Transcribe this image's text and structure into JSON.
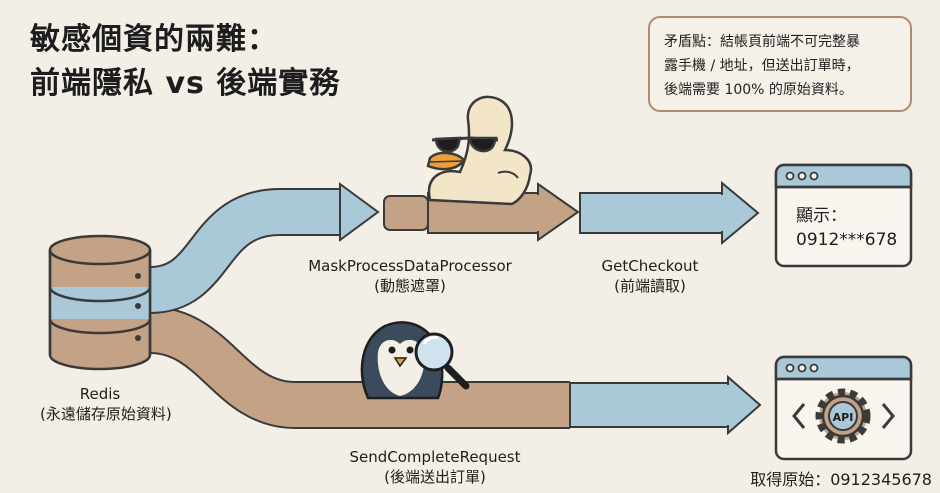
{
  "title": {
    "line1": "敏感個資的兩難：",
    "line2": "前端隱私 vs 後端實務"
  },
  "note": {
    "line1": "矛盾點：結帳頁前端不可完整暴",
    "line2": "露手機 / 地址，但送出訂單時，",
    "line3": "後端需要 100% 的原始資料。"
  },
  "redis": {
    "name": "Redis",
    "sub": "(永遠儲存原始資料)"
  },
  "mask": {
    "name": "MaskProcessDataProcessor",
    "sub": "(動態遮罩)"
  },
  "checkout": {
    "name": "GetCheckout",
    "sub": "(前端讀取)"
  },
  "send": {
    "name": "SendCompleteRequest",
    "sub": "(後端送出訂單)"
  },
  "browser": {
    "display_label": "顯示：",
    "display_value": "0912***678"
  },
  "api": {
    "icon_text": "API",
    "footer": "取得原始：0912345678"
  },
  "colors": {
    "brown_stroke": "#c4a286",
    "blue_stroke": "#a9c9d9",
    "outline": "#3a3a3a",
    "background": "#f3efe6"
  },
  "icons": [
    "database-icon",
    "duck-mascot-icon",
    "penguin-mascot-icon",
    "magnifier-icon",
    "browser-window-icon",
    "api-gear-icon"
  ]
}
